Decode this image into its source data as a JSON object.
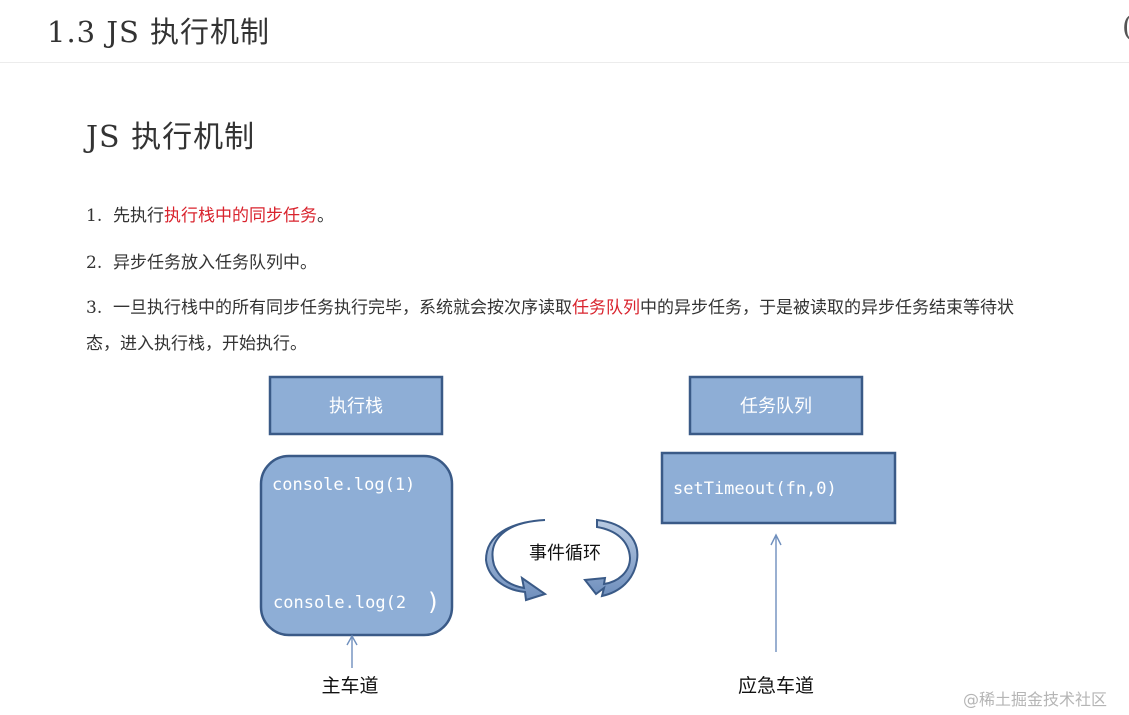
{
  "header": {
    "title": "1.3 JS 执行机制",
    "right_fragment": "("
  },
  "content": {
    "heading": "JS 执行机制",
    "items": [
      {
        "num": "1.",
        "pre": "先执行",
        "red": "执行栈中的同步任务",
        "post": "。"
      },
      {
        "num": "2.",
        "text": "异步任务放入任务队列中。"
      },
      {
        "num": "3.",
        "pre": "一旦执行栈中的所有同步任务执行完毕，系统就会按次序读取",
        "red": "任务队列",
        "post": "中的异步任务，于是被读取的异步任务结束等待状态，进入执行栈，开始执行。"
      }
    ]
  },
  "diagram": {
    "stack_label": "执行栈",
    "queue_label": "任务队列",
    "stack_code_1": "console.log(1)",
    "stack_code_2": "console.log(2",
    "stack_code_2_paren": ")",
    "queue_code": "setTimeout(fn,0)",
    "event_loop_label": "事件循环",
    "main_lane_label": "主车道",
    "emergency_lane_label": "应急车道",
    "colors": {
      "box_fill": "#8eaed6",
      "box_stroke": "#3a5a87",
      "arrow": "#6f8fbd",
      "red_text": "#d9232d"
    }
  },
  "watermark": "@稀土掘金技术社区"
}
